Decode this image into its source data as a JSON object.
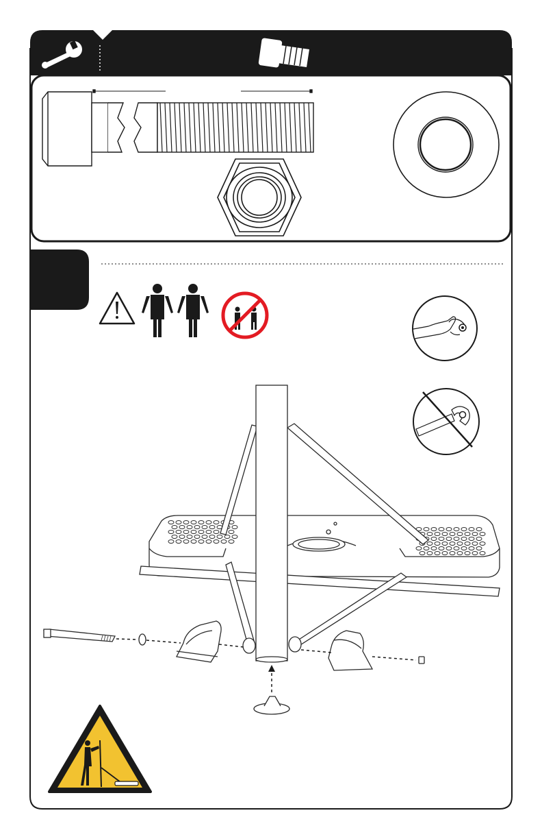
{
  "page": {
    "background": "#ffffff",
    "ink": "#1a1a1a",
    "panel_fill": "#ffffff"
  },
  "header": {
    "icons": [
      "wrench-icon",
      "bolt-icon"
    ]
  },
  "hardware_panel": {
    "parts": [
      "bolt-illustration",
      "lock-nut-illustration",
      "washer-illustration"
    ]
  },
  "step": {
    "tab_color": "#1a1a1a",
    "warning_icon": "caution-triangle-icon",
    "people_required": 2,
    "no_children_icon": "no-children-icon",
    "prohibition_color": "#e31b23",
    "tighten_method": [
      "hand-tighten-icon",
      "no-wrench-icon"
    ]
  },
  "caution_sign": {
    "fill": "#f2c230",
    "icon": "tip-over-hazard-icon"
  }
}
